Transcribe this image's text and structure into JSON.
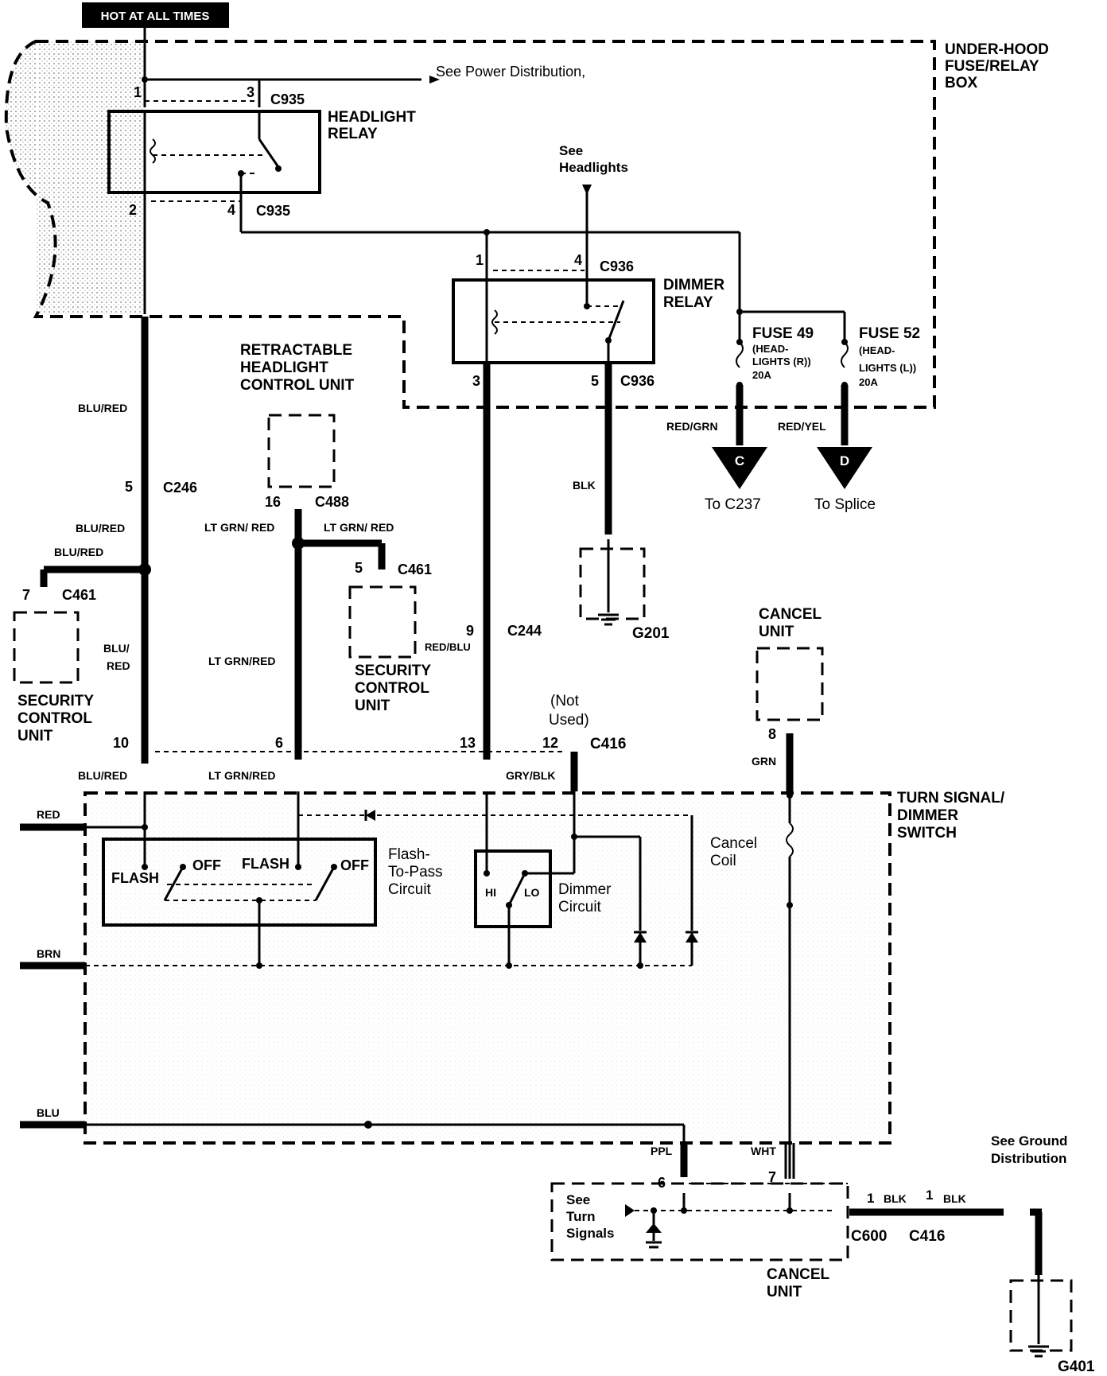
{
  "header": {
    "hot_label": "HOT AT ALL TIMES",
    "power_ref": "See Power Distribution,"
  },
  "fuse_box": {
    "title_1": "UNDER-HOOD",
    "title_2": "FUSE/RELAY",
    "title_3": "BOX"
  },
  "headlight_relay": {
    "title_1": "HEADLIGHT",
    "title_2": "RELAY",
    "conn": "C935",
    "pins": [
      "1",
      "3",
      "2",
      "4"
    ]
  },
  "headlights_ref": {
    "line1": "See",
    "line2": "Headlights"
  },
  "dimmer_relay": {
    "title_1": "DIMMER",
    "title_2": "RELAY",
    "conn": "C936",
    "pins": [
      "1",
      "4",
      "3",
      "5"
    ]
  },
  "fuses": {
    "f49": {
      "name": "FUSE 49",
      "d1": "(HEAD-",
      "d2": "LIGHTS (R))",
      "rating": "20A"
    },
    "f52": {
      "name": "FUSE 52",
      "d1": "(HEAD-",
      "d2": "LIGHTS (L))",
      "rating": "20A"
    }
  },
  "fuse_out": {
    "c": {
      "wire": "RED/GRN",
      "letter": "C",
      "dest": "To C237"
    },
    "d": {
      "wire": "RED/YEL",
      "letter": "D",
      "dest": "To Splice"
    }
  },
  "retractable": {
    "line1": "RETRACTABLE",
    "line2": "HEADLIGHT",
    "line3": "CONTROL UNIT"
  },
  "wires": {
    "blu_red": "BLU/RED",
    "blu_red_split1": "BLU/",
    "blu_red_split2": "RED",
    "lt_grn_red": "LT GRN/ RED",
    "lt_grn_red2": "LT GRN/RED",
    "blk": "BLK",
    "red_blu": "RED/BLU",
    "gry_blk": "GRY/BLK",
    "grn": "GRN",
    "red": "RED",
    "brn": "BRN",
    "blu": "BLU",
    "ppl": "PPL",
    "wht": "WHT"
  },
  "connectors": {
    "c246": "C246",
    "c246_pin": "5",
    "c488": "C488",
    "c488_pin": "16",
    "c461": "C461",
    "c461_pin_a": "5",
    "c461_pin_b": "7",
    "c244": "C244",
    "c244_pin": "9",
    "c416": "C416",
    "c416_pins": [
      "10",
      "6",
      "13",
      "12"
    ],
    "cancel_pin": "8",
    "c600": "C600",
    "c416b": "C416",
    "pin1": "1"
  },
  "security_a": {
    "line1": "SECURITY",
    "line2": "CONTROL",
    "line3": "UNIT"
  },
  "security_b": {
    "line1": "SECURITY",
    "line2": "CONTROL",
    "line3": "UNIT"
  },
  "ground_g201": "G201",
  "ground_g401": "G401",
  "not_used": {
    "line1": "(Not",
    "line2": "Used)"
  },
  "cancel_unit_top": {
    "line1": "CANCEL",
    "line2": "UNIT"
  },
  "turn_signal": {
    "line1": "TURN SIGNAL/",
    "line2": "DIMMER",
    "line3": "SWITCH"
  },
  "flash_circuit": {
    "flash": "FLASH",
    "off": "OFF",
    "c1": "Flash-",
    "c2": "To-Pass",
    "c3": "Circuit"
  },
  "dimmer_circuit": {
    "hi": "HI",
    "lo": "LO",
    "c1": "Dimmer",
    "c2": "Circuit"
  },
  "cancel_coil": {
    "line1": "Cancel",
    "line2": "Coil"
  },
  "cancel_unit_bottom": {
    "line1": "CANCEL",
    "line2": "UNIT",
    "pin6": "6",
    "pin7": "7",
    "ref1": "See",
    "ref2": "Turn",
    "ref3": "Signals"
  },
  "ground_ref": {
    "line1": "See Ground",
    "line2": "Distribution"
  }
}
